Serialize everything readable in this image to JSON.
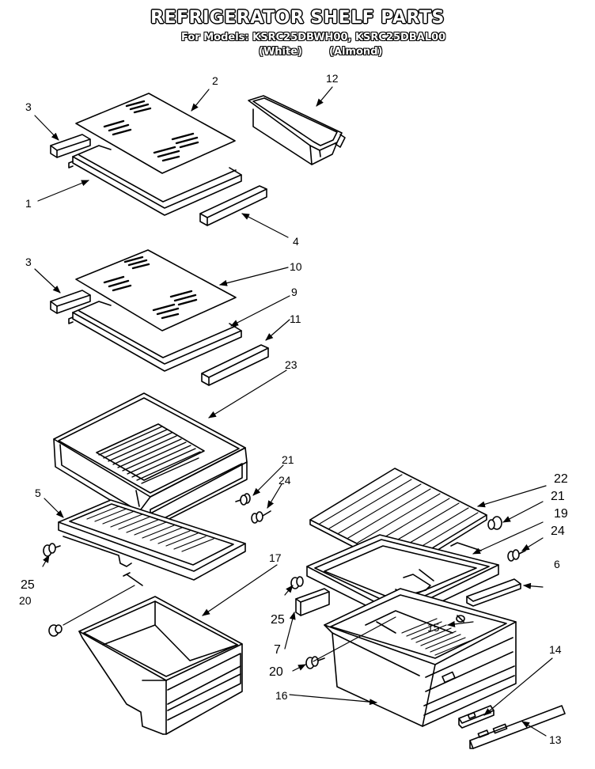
{
  "header": {
    "title": "REFRIGERATOR SHELF PARTS",
    "models_line": "For Models: KSRC25DBWH00, KSRC25DBAL00",
    "variant_white": "(White)",
    "variant_almond": "(Almond)"
  },
  "callouts": {
    "c1": "1",
    "c2": "2",
    "c3a": "3",
    "c3b": "3",
    "c4": "4",
    "c5": "5",
    "c6": "6",
    "c7": "7",
    "c9": "9",
    "c10": "10",
    "c11": "11",
    "c12": "12",
    "c13": "13",
    "c14": "14",
    "c15": "15",
    "c16": "16",
    "c17": "17",
    "c19": "19",
    "c20a": "20",
    "c20b": "20",
    "c21a": "21",
    "c21b": "21",
    "c22": "22",
    "c23": "23",
    "c24a": "24",
    "c24b": "24",
    "c25a": "25",
    "c25b": "25"
  }
}
